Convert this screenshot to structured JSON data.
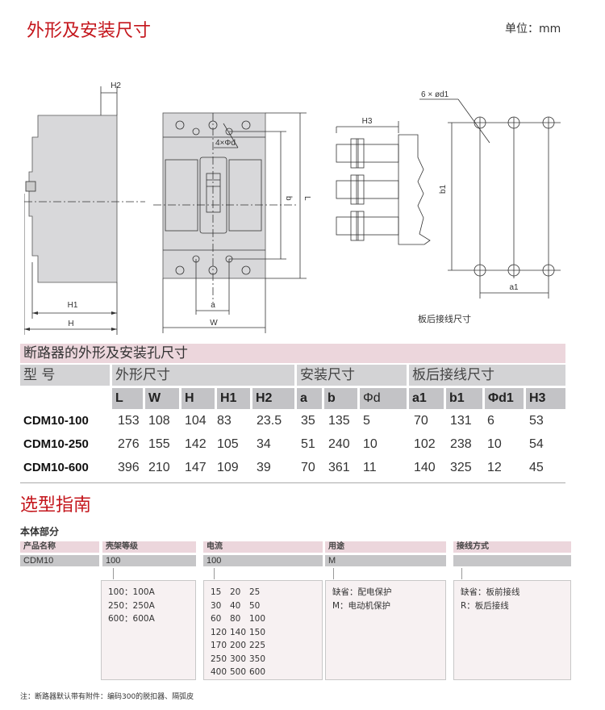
{
  "header": {
    "title": "外形及安装尺寸",
    "unit": "单位：mm"
  },
  "drawings": {
    "side_view_labels": [
      "H2",
      "H1",
      "H"
    ],
    "front_view_labels": [
      "4×Φd",
      "a",
      "W",
      "b",
      "L"
    ],
    "rear_connection_labels": [
      "6 × ød1",
      "H3",
      "b1",
      "a1"
    ],
    "rear_connection_caption": "板后接线尺寸"
  },
  "dimension_table": {
    "title": "断路器的外形及安装孔尺寸",
    "model_header": "型 号",
    "groups": [
      "外形尺寸",
      "安装尺寸",
      "板后接线尺寸"
    ],
    "columns": [
      "L",
      "W",
      "H",
      "H1",
      "H2",
      "a",
      "b",
      "Φd",
      "a1",
      "b1",
      "Φd1",
      "H3"
    ],
    "rows": [
      {
        "model": "CDM10-100",
        "values": [
          "153",
          "108",
          "104",
          "83",
          "23.5",
          "35",
          "135",
          "5",
          "70",
          "131",
          "6",
          "53"
        ]
      },
      {
        "model": "CDM10-250",
        "values": [
          "276",
          "155",
          "142",
          "105",
          "34",
          "51",
          "240",
          "10",
          "102",
          "238",
          "10",
          "54"
        ]
      },
      {
        "model": "CDM10-600",
        "values": [
          "396",
          "210",
          "147",
          "109",
          "39",
          "70",
          "361",
          "11",
          "140",
          "325",
          "12",
          "45"
        ]
      }
    ]
  },
  "selection_guide": {
    "title": "选型指南",
    "subtitle": "本体部分",
    "fields": [
      {
        "label": "产品名称",
        "value": "CDM10"
      },
      {
        "label": "壳架等级",
        "value": "100"
      },
      {
        "label": "电流",
        "value": "100"
      },
      {
        "label": "用途",
        "value": "M"
      },
      {
        "label": "接线方式",
        "value": ""
      }
    ],
    "frame_options": [
      "100：100A",
      "250：250A",
      "600：600A"
    ],
    "current_options": [
      [
        "15",
        "20",
        "25"
      ],
      [
        "30",
        "40",
        "50"
      ],
      [
        "60",
        "80",
        "100"
      ],
      [
        "120",
        "140",
        "150"
      ],
      [
        "170",
        "200",
        "225"
      ],
      [
        "250",
        "300",
        "350"
      ],
      [
        "400",
        "500",
        "600"
      ]
    ],
    "usage_options": [
      "缺省：配电保护",
      "M：电动机保护"
    ],
    "wiring_options": [
      "缺省：板前接线",
      "R：板后接线"
    ],
    "note": "注：断路器默认带有附件：编码300的脱扣器、隔弧皮"
  },
  "colors": {
    "title_red": "#c4161c",
    "header_pink": "#ecd6dc",
    "group_gray": "#d3d3d5",
    "col_gray": "#c3c3c6"
  }
}
